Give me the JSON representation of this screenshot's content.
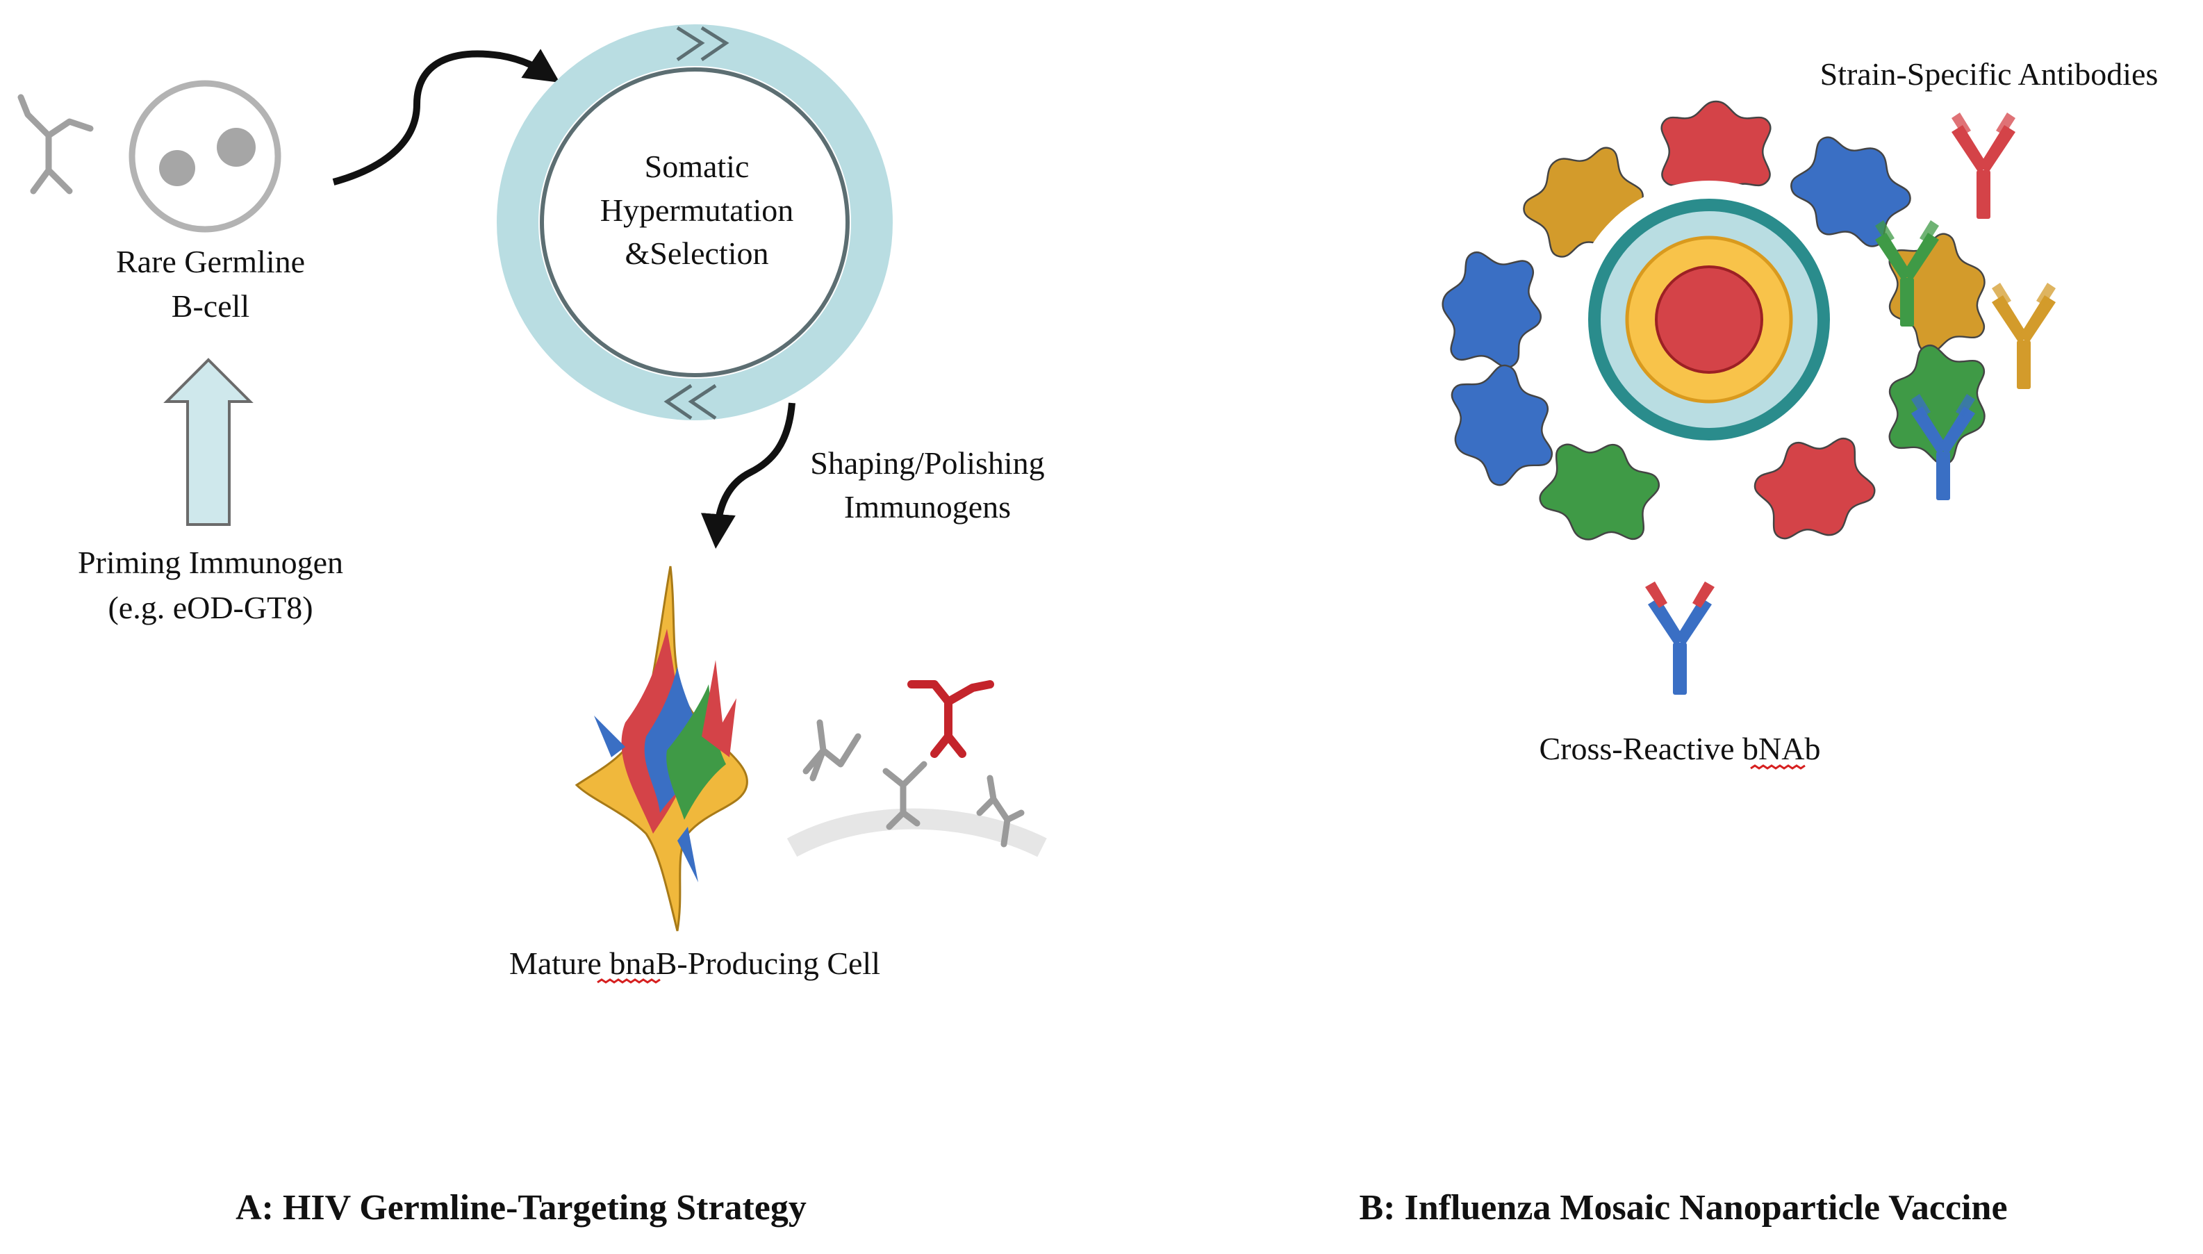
{
  "panel_a": {
    "germline_label_line1": "Rare Germline",
    "germline_label_line2": "B-cell",
    "priming_label_line1": "Priming Immunogen",
    "priming_label_line2": "(e.g. eOD-GT8)",
    "cycle_line1": "Somatic",
    "cycle_line2": "Hypermutation",
    "cycle_line3": "&Selection",
    "shaping_line1": "Shaping/Polishing",
    "shaping_line2": "Immunogens",
    "mature_label": "Mature bnaB-Producing Cell",
    "title": "A: HIV Germline-Targeting Strategy"
  },
  "panel_b": {
    "strain_label": "Strain-Specific Antibodies",
    "bnab_label": "Cross-Reactive bNAb",
    "title": "B: Influenza Mosaic Nanoparticle Vaccine"
  },
  "colors": {
    "cycle_ring": "#b9dde2",
    "arrow_fill": "#cfe8ec",
    "red": "#d44348",
    "blue": "#3a6fc4",
    "gold": "#d39b2b",
    "green": "#3f9a46",
    "teal": "#2a8c8c",
    "core_yellow": "#f8c34a",
    "antibody_grey": "#9a9a9a"
  }
}
